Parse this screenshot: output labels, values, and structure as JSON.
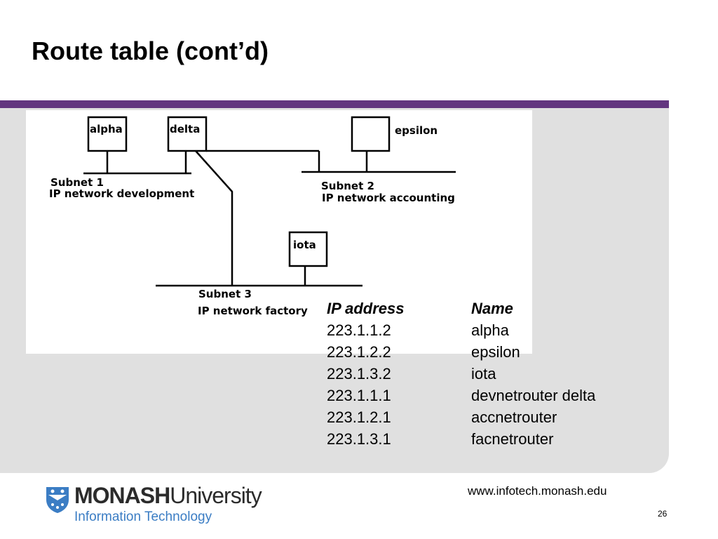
{
  "slide": {
    "title": "Route table (cont’d)",
    "page_number": "26",
    "footer_url": "www.infotech.monash.edu"
  },
  "colors": {
    "accent_bar": "#63367f",
    "panel": "#e0e0e0",
    "logo_blue": "#3b7dc4"
  },
  "diagram": {
    "hosts": {
      "alpha": "alpha",
      "delta": "delta",
      "epsilon": "epsilon",
      "iota": "iota"
    },
    "subnets": {
      "subnet1_name": "Subnet 1",
      "subnet1_desc": "IP network development",
      "subnet2_name": "Subnet 2",
      "subnet2_desc": "IP network accounting",
      "subnet3_name": "Subnet 3",
      "subnet3_desc": "IP network factory"
    }
  },
  "route_table": {
    "headers": [
      "IP address",
      "Name"
    ],
    "rows": [
      [
        "223.1.1.2",
        "alpha"
      ],
      [
        "223.1.2.2",
        "epsilon"
      ],
      [
        "223.1.3.2",
        "iota"
      ],
      [
        "223.1.1.1",
        "devnetrouter delta"
      ],
      [
        "223.1.2.1",
        "accnetrouter"
      ],
      [
        "223.1.3.1",
        "facnetrouter"
      ]
    ]
  },
  "logo": {
    "word_bold": "MONASH",
    "word_regular": "University",
    "subtitle": "Information Technology",
    "icon": "monash-shield-icon"
  }
}
